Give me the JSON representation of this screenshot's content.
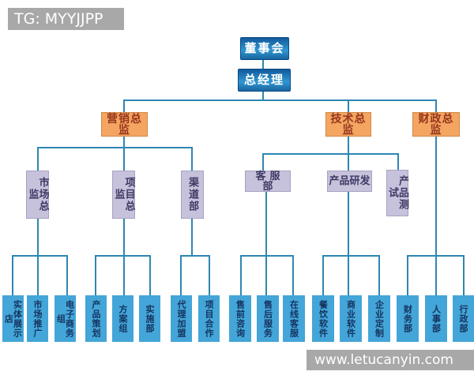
{
  "banners": {
    "tg": "TG: MYYJJPP",
    "site": "www.letucanyin.com"
  },
  "colors": {
    "box_blue_top": "#11599c",
    "box_blue_mid": "#2f97d1",
    "box_orange": "#f3a561",
    "box_purple": "#c7c2dc",
    "box_lightblue": "#44a5d8",
    "orange_text": "#96351d",
    "purple_text": "#3e3a64",
    "lightblue_text": "#14335f",
    "connector_line": "#2d87b3",
    "banner_gray": "#a8a8a8"
  },
  "nodes": {
    "board": "董事会",
    "gm": "总经理",
    "marketing": "营销总监",
    "tech": "技术总监",
    "finance": "财政总监",
    "market_dir": "市场总监",
    "project_dir": "项目总监",
    "channel": "渠道部",
    "cs": "客服部",
    "rd": "产品研发",
    "testing": "产品测试",
    "store": "实体展示店",
    "promo": "市场推广",
    "ecom": "电子商务组",
    "planning": "产品策划",
    "plan_group": "方案组",
    "impl": "实施部",
    "agency": "代理加盟",
    "coop": "项目合作",
    "presales": "售前咨询",
    "aftersales": "售后服务",
    "online_cs": "在线客服",
    "catering": "餐饮软件",
    "biz_sw": "商业软件",
    "custom": "企业定制",
    "finance_dept": "财务部",
    "hr": "人事部",
    "admin": "行政部"
  },
  "org_tree": {
    "label": "董事会",
    "children": [
      {
        "label": "总经理",
        "children": [
          {
            "label": "营销总监",
            "children": [
              {
                "label": "市场总监",
                "children": [
                  {
                    "label": "实体展示店"
                  },
                  {
                    "label": "市场推广"
                  },
                  {
                    "label": "电子商务组"
                  }
                ]
              },
              {
                "label": "项目总监",
                "children": [
                  {
                    "label": "产品策划"
                  },
                  {
                    "label": "方案组"
                  },
                  {
                    "label": "实施部"
                  }
                ]
              },
              {
                "label": "渠道部",
                "children": [
                  {
                    "label": "代理加盟"
                  },
                  {
                    "label": "项目合作"
                  }
                ]
              }
            ]
          },
          {
            "label": "技术总监",
            "children": [
              {
                "label": "客服部",
                "children": [
                  {
                    "label": "售前咨询"
                  },
                  {
                    "label": "售后服务"
                  },
                  {
                    "label": "在线客服"
                  }
                ]
              },
              {
                "label": "产品研发",
                "children": [
                  {
                    "label": "餐饮软件"
                  },
                  {
                    "label": "商业软件"
                  },
                  {
                    "label": "企业定制"
                  }
                ]
              },
              {
                "label": "产品测试",
                "children": []
              }
            ]
          },
          {
            "label": "财政总监",
            "children": [
              {
                "label": "财务部"
              },
              {
                "label": "人事部"
              },
              {
                "label": "行政部"
              }
            ]
          }
        ]
      }
    ]
  }
}
